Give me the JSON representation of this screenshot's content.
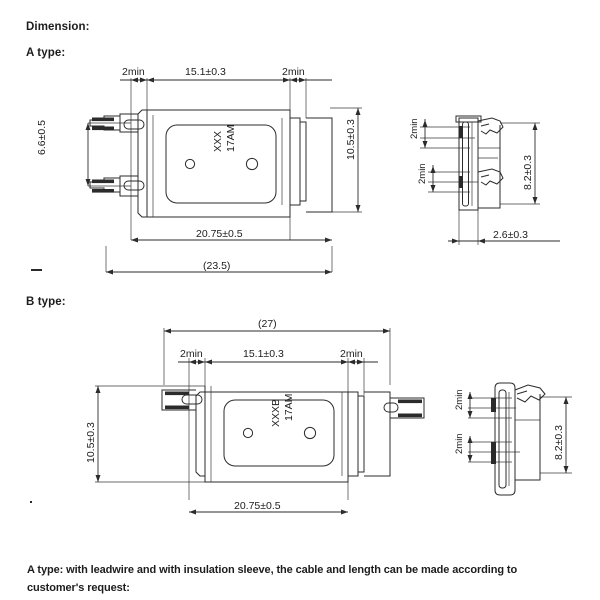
{
  "document": {
    "title": "Dimension:",
    "sections": [
      {
        "id": "a",
        "label": "A type:"
      },
      {
        "id": "b",
        "label": "B type:"
      }
    ],
    "footnote": {
      "line1": "A type: with leadwire and with insulation sleeve, the cable and length can be made according to",
      "line2": "customer's request:"
    }
  },
  "drawing_a": {
    "view_top": {
      "part_marking_line1": "17AM",
      "part_marking_line2": "XXX",
      "dimensions": {
        "left_gap": "2min",
        "body_width": "15.1±0.3",
        "right_gap": "2min",
        "terminal_pitch": "6.6±0.5",
        "body_height": "10.5±0.3",
        "overall_width": "20.75±0.5",
        "total_width": "(23.5)"
      }
    },
    "view_side": {
      "dimensions": {
        "upper_gap": "2min",
        "lower_gap": "2min",
        "height": "8.2±0.3",
        "thickness": "2.6±0.3"
      }
    }
  },
  "drawing_b": {
    "view_top": {
      "part_marking_line1": "17AM",
      "part_marking_line2": "XXXB",
      "dimensions": {
        "total_width": "(27)",
        "left_gap": "2min",
        "body_width": "15.1±0.3",
        "right_gap": "2min",
        "body_height": "10.5±0.3",
        "overall_width": "20.75±0.5"
      }
    },
    "view_side": {
      "dimensions": {
        "upper_gap": "2min",
        "lower_gap": "2min",
        "height": "8.2±0.3"
      }
    }
  },
  "style": {
    "line_color": "#2b2b2b",
    "text_color": "#1d1d1d",
    "background": "#ffffff"
  }
}
